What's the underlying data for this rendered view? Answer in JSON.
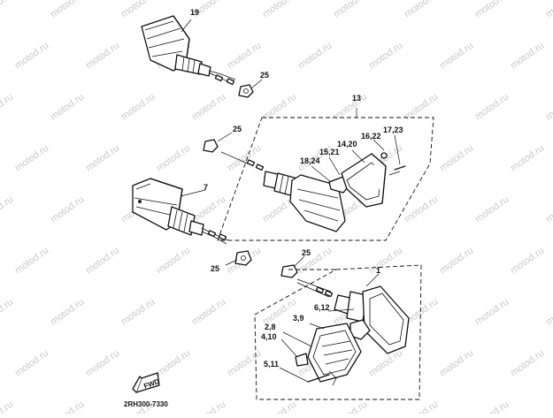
{
  "watermark": "motod.ru",
  "callouts": {
    "c19": "19",
    "c25a": "25",
    "c13": "13",
    "c25b": "25",
    "c1622": "16,22",
    "c1723": "17,23",
    "c1420": "14,20",
    "c1521": "15,21",
    "c1824": "18,24",
    "c7": "7",
    "c25c": "25",
    "c25d": "25",
    "c1": "1",
    "c612": "6,12",
    "c39": "3,9",
    "c28": "2,8",
    "c410": "4,10",
    "c511": "5,11"
  },
  "diagram_code": "2RH300-7330",
  "front_arrow_label": "FWD"
}
